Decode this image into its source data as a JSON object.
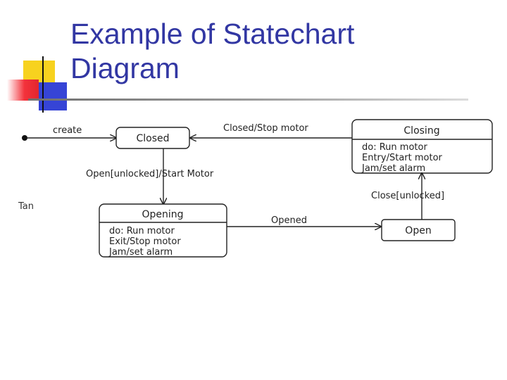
{
  "slide": {
    "title_line1": "Example of Statechart",
    "title_line2": "Diagram",
    "cut_text": "Tan"
  },
  "diagram": {
    "states": {
      "closed": {
        "name": "Closed",
        "activities": []
      },
      "closing": {
        "name": "Closing",
        "activities": [
          "do: Run motor",
          "Entry/Start motor",
          "Jam/set alarm"
        ]
      },
      "opening": {
        "name": "Opening",
        "activities": [
          "do: Run motor",
          "Exit/Stop motor",
          "Jam/set alarm"
        ]
      },
      "open": {
        "name": "Open",
        "activities": []
      }
    },
    "transitions": {
      "create": "create",
      "closing_to_closed": "Closed/Stop motor",
      "closed_to_opening": "Open[unlocked]/Start Motor",
      "opening_to_open": "Opened",
      "open_to_closing": "Close[unlocked]"
    }
  },
  "colors": {
    "title": "#3237a3",
    "ink": "#222222"
  }
}
